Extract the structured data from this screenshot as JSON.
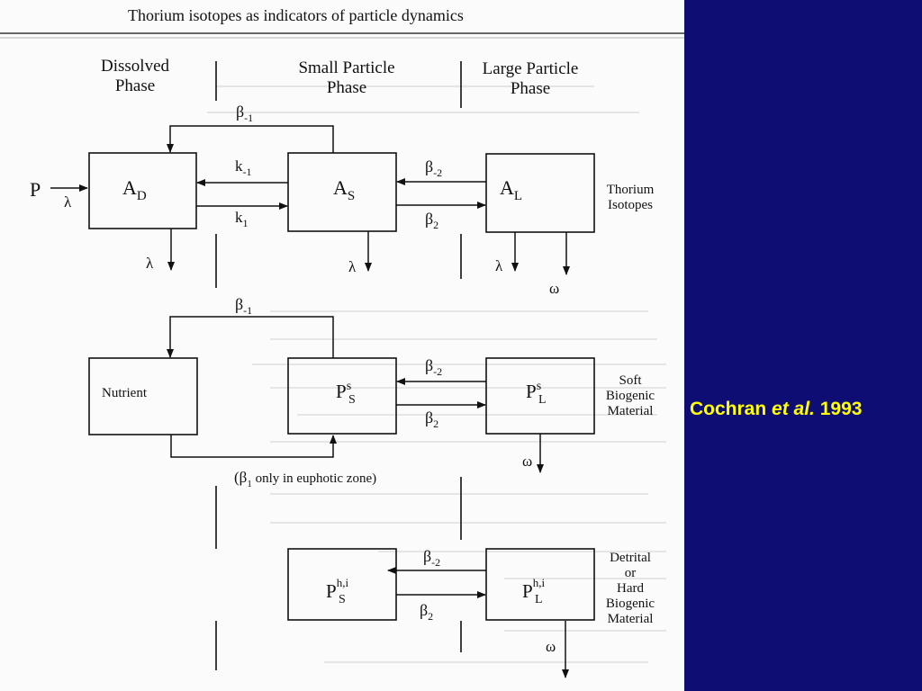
{
  "page_title": "Thorium isotopes as indicators of particle dynamics",
  "column_headers": {
    "dissolved": [
      "Dissolved",
      "Phase"
    ],
    "small": [
      "Small Particle",
      "Phase"
    ],
    "large": [
      "Large Particle",
      "Phase"
    ]
  },
  "top_row": {
    "source": "P",
    "input_rate": "λ",
    "box_dissolved": {
      "main": "A",
      "sub": "D"
    },
    "box_small": {
      "main": "A",
      "sub": "S"
    },
    "box_large": {
      "main": "A",
      "sub": "L"
    },
    "k_minus": {
      "main": "k",
      "sub": "-1"
    },
    "k_plus": {
      "main": "k",
      "sub": "1"
    },
    "beta_minus_1": {
      "main": "β",
      "sub": "-1"
    },
    "beta_minus_2": {
      "main": "β",
      "sub": "-2"
    },
    "beta_2": {
      "main": "β",
      "sub": "2"
    },
    "decay_dissolved": "λ",
    "decay_small": "λ",
    "decay_large": "λ",
    "sinking": "ω",
    "row_label": [
      "Thorium",
      "Isotopes"
    ]
  },
  "middle_row": {
    "nutrient_box": "Nutrient",
    "box_small": {
      "main": "P",
      "sub": "S",
      "sup": "s"
    },
    "box_large": {
      "main": "P",
      "sub": "L",
      "sup": "s"
    },
    "beta_minus_1": {
      "main": "β",
      "sub": "-1"
    },
    "beta_minus_2": {
      "main": "β",
      "sub": "-2"
    },
    "beta_2": {
      "main": "β",
      "sub": "2"
    },
    "sinking": "ω",
    "euphotic_note": {
      "open": "(β",
      "sub": "1",
      "rest": " only in euphotic zone)"
    },
    "row_label": [
      "Soft",
      "Biogenic",
      "Material"
    ]
  },
  "bottom_row": {
    "box_small": {
      "main": "P",
      "sub": "S",
      "sup": "h,i"
    },
    "box_large": {
      "main": "P",
      "sub": "L",
      "sup": "h,i"
    },
    "beta_minus_2": {
      "main": "β",
      "sub": "-2"
    },
    "beta_2": {
      "main": "β",
      "sub": "2"
    },
    "sinking": "ω",
    "row_label": [
      "Detrital",
      "or",
      "Hard",
      "Biogenic",
      "Material"
    ]
  },
  "citation": {
    "authors": "Cochran ",
    "etal": "et al.",
    "year": " 1993"
  },
  "colors": {
    "panel": "#0d0d73",
    "citation": "#ffff00",
    "ink": "#111111",
    "bleed_through": "#cfcfcf"
  }
}
